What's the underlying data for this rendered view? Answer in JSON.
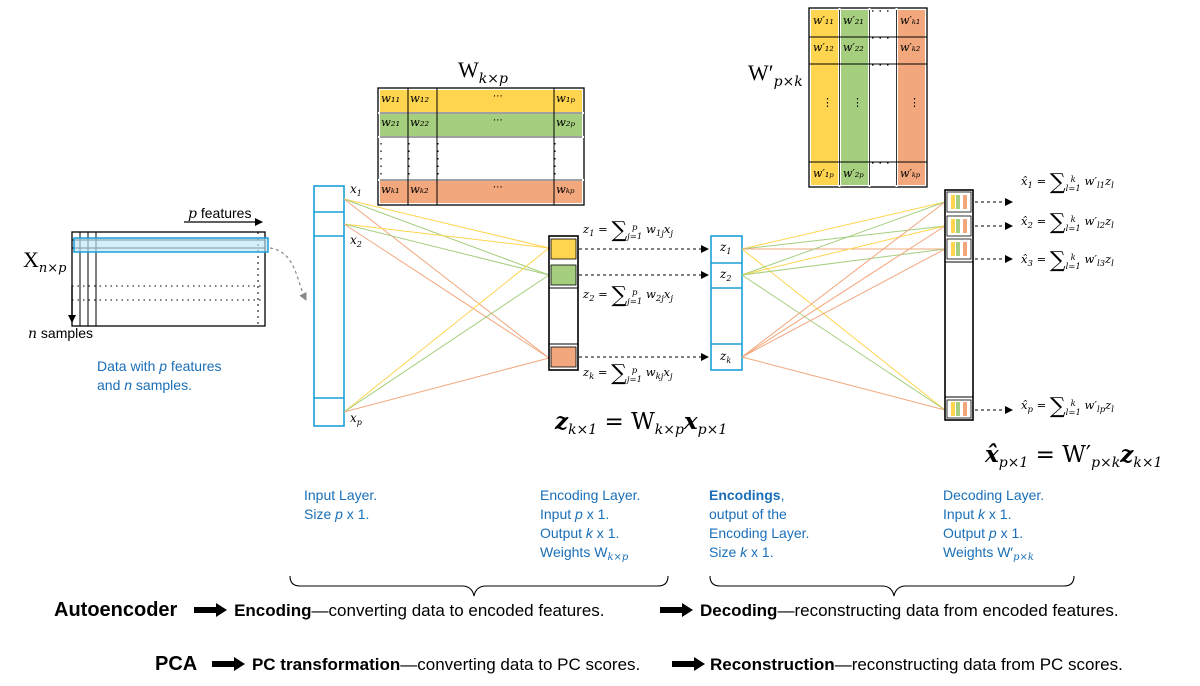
{
  "labels": {
    "x_matrix": "X",
    "x_matrix_sub": "n×p",
    "p_features": "features",
    "p_sym": "p",
    "n_samples": "samples",
    "n_sym": "n",
    "w_matrix": "W",
    "w_matrix_sub": "k×p",
    "wprime_matrix": "W′",
    "wprime_matrix_sub": "p×k",
    "x1": "x",
    "x1_sub": "1",
    "x2": "x",
    "x2_sub": "2",
    "xp": "x",
    "xp_sub": "p",
    "z1": "z",
    "z1_sub": "1",
    "z2": "z",
    "z2_sub": "2",
    "zk": "z",
    "zk_sub": "k"
  },
  "w_rows": [
    {
      "c1": "w₁₁",
      "c2": "w₁₂",
      "mid": "⋯",
      "last": "w₁ₚ"
    },
    {
      "c1": "w₂₁",
      "c2": "w₂₂",
      "mid": "⋯",
      "last": "w₂ₚ"
    },
    {
      "c1": "wₖ₁",
      "c2": "wₖ₂",
      "mid": "⋯",
      "last": "wₖₚ"
    }
  ],
  "wprime_cols": [
    {
      "top": "w′₁₁",
      "second": "w′₁₂",
      "bottom": "w′₁ₚ"
    },
    {
      "top": "w′₂₁",
      "second": "w′₂₂",
      "bottom": "w′₂ₚ"
    },
    {
      "top": "w′ₖ₁",
      "second": "w′ₖ₂",
      "bottom": "w′ₖₚ"
    }
  ],
  "equations": {
    "z1": {
      "lhs": "z",
      "lhs_sub": "1",
      "upper": "p",
      "lower": "j=1",
      "body": "w",
      "body_sub": "1j",
      "tail": "x",
      "tail_sub": "j"
    },
    "z2": {
      "lhs": "z",
      "lhs_sub": "2",
      "upper": "p",
      "lower": "j=1",
      "body": "w",
      "body_sub": "2j",
      "tail": "x",
      "tail_sub": "j"
    },
    "zk": {
      "lhs": "z",
      "lhs_sub": "k",
      "upper": "p",
      "lower": "j=1",
      "body": "w",
      "body_sub": "kj",
      "tail": "x",
      "tail_sub": "j"
    },
    "xh1": {
      "lhs": "x̂",
      "lhs_sub": "1",
      "upper": "k",
      "lower": "l=1",
      "body": "w′",
      "body_sub": "l1",
      "tail": "z",
      "tail_sub": "l"
    },
    "xh2": {
      "lhs": "x̂",
      "lhs_sub": "2",
      "upper": "k",
      "lower": "l=1",
      "body": "w′",
      "body_sub": "l2",
      "tail": "z",
      "tail_sub": "l"
    },
    "xh3": {
      "lhs": "x̂",
      "lhs_sub": "3",
      "upper": "k",
      "lower": "l=1",
      "body": "w′",
      "body_sub": "l3",
      "tail": "z",
      "tail_sub": "l"
    },
    "xhp": {
      "lhs": "x̂",
      "lhs_sub": "p",
      "upper": "k",
      "lower": "l=1",
      "body": "w′",
      "body_sub": "lp",
      "tail": "z",
      "tail_sub": "l"
    }
  },
  "formulas": {
    "encode": {
      "a": "z",
      "a_sub": "k×1",
      "eq": " = W",
      "b_sub": "k×p",
      "c": "x",
      "c_sub": "p×1"
    },
    "decode": {
      "a": "x̂",
      "a_sub": "p×1",
      "eq": " = W′",
      "b_sub": "p×k",
      "c": "z",
      "c_sub": "k×1"
    }
  },
  "captions": {
    "data": {
      "l1a": "Data with ",
      "l1b": "p",
      "l1c": " features",
      "l2a": "and ",
      "l2b": "n",
      "l2c": " samples."
    },
    "input": {
      "l1": "Input Layer.",
      "l2a": "Size ",
      "l2b": "p",
      "l2c": " x 1."
    },
    "encoding": {
      "l1": "Encoding Layer.",
      "l2a": "Input ",
      "l2b": "p",
      "l2c": " x 1.",
      "l3a": "Output ",
      "l3b": "k",
      "l3c": " x 1.",
      "l4a": "Weights W",
      "l4b": "k×p"
    },
    "encodings": {
      "l1a": "Encodings",
      "l1b": ",",
      "l2": "output of the",
      "l3": "Encoding Layer.",
      "l4a": "Size ",
      "l4b": "k",
      "l4c": " x 1."
    },
    "decoding": {
      "l1": "Decoding Layer.",
      "l2a": "Input ",
      "l2b": "k",
      "l2c": " x 1.",
      "l3a": "Output ",
      "l3b": "p",
      "l3c": " x 1.",
      "l4a": "Weights W′",
      "l4b": "p×k"
    }
  },
  "bottom": {
    "ae_head": "Autoencoder",
    "ae_enc_bold": "Encoding",
    "ae_enc_rest": "—converting data to encoded features.",
    "ae_dec_bold": "Decoding",
    "ae_dec_rest": "—reconstructing data from encoded features.",
    "pca_head": "PCA",
    "pca_enc_bold": "PC transformation",
    "pca_enc_rest": "—converting data to PC scores.",
    "pca_dec_bold": "Reconstruction",
    "pca_dec_rest": "—reconstructing data from PC scores."
  },
  "colors": {
    "yellow": "#ffd54f",
    "green": "#a5cf7e",
    "orange": "#f2a77d",
    "blue": "#1a9fd9",
    "caption_blue": "#1a6fb8"
  },
  "icons": {
    "arrow": "right-arrow-icon",
    "brace": "curly-brace"
  }
}
